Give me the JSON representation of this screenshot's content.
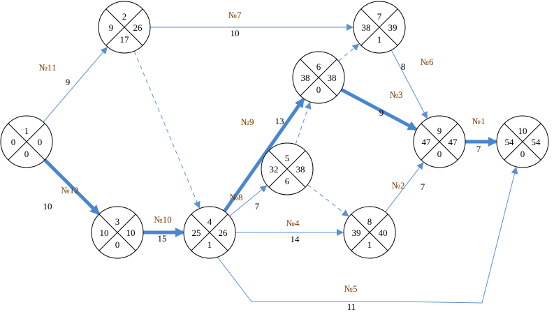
{
  "colors": {
    "edge": "#5b8fd6",
    "critical_edge": "#4a86d0",
    "dashed_edge": "#5b8fd6",
    "node_stroke": "#000000",
    "edge_name_text": "#7a3a00",
    "duration_text": "#000000"
  },
  "nodes": [
    {
      "id": "1",
      "early": "0",
      "late": "0",
      "reserve": "0"
    },
    {
      "id": "2",
      "early": "9",
      "late": "26",
      "reserve": "17"
    },
    {
      "id": "3",
      "early": "10",
      "late": "10",
      "reserve": "0"
    },
    {
      "id": "4",
      "early": "25",
      "late": "26",
      "reserve": "1"
    },
    {
      "id": "5",
      "early": "32",
      "late": "38",
      "reserve": "6"
    },
    {
      "id": "6",
      "early": "38",
      "late": "38",
      "reserve": "0"
    },
    {
      "id": "7",
      "early": "38",
      "late": "39",
      "reserve": "1"
    },
    {
      "id": "8",
      "early": "39",
      "late": "40",
      "reserve": "1"
    },
    {
      "id": "9",
      "early": "47",
      "late": "47",
      "reserve": "0"
    },
    {
      "id": "10",
      "early": "54",
      "late": "54",
      "reserve": "0"
    }
  ],
  "edges": [
    {
      "from": "1",
      "to": "2",
      "name": "№11",
      "duration": "9",
      "style": "normal"
    },
    {
      "from": "1",
      "to": "3",
      "name": "№12",
      "duration": "10",
      "style": "critical"
    },
    {
      "from": "2",
      "to": "7",
      "name": "№7",
      "duration": "10",
      "style": "normal"
    },
    {
      "from": "2",
      "to": "4",
      "name": "",
      "duration": "",
      "style": "dashed"
    },
    {
      "from": "3",
      "to": "4",
      "name": "№10",
      "duration": "15",
      "style": "critical"
    },
    {
      "from": "4",
      "to": "6",
      "name": "№9",
      "duration": "13",
      "style": "critical"
    },
    {
      "from": "4",
      "to": "5",
      "name": "№8",
      "duration": "7",
      "style": "normal"
    },
    {
      "from": "4",
      "to": "8",
      "name": "№4",
      "duration": "14",
      "style": "normal"
    },
    {
      "from": "4",
      "to": "10",
      "name": "№5",
      "duration": "11",
      "style": "normal"
    },
    {
      "from": "5",
      "to": "6",
      "name": "",
      "duration": "",
      "style": "dashed"
    },
    {
      "from": "5",
      "to": "8",
      "name": "",
      "duration": "",
      "style": "dashed"
    },
    {
      "from": "6",
      "to": "7",
      "name": "",
      "duration": "",
      "style": "dashed"
    },
    {
      "from": "6",
      "to": "9",
      "name": "№3",
      "duration": "9",
      "style": "critical"
    },
    {
      "from": "7",
      "to": "9",
      "name": "№6",
      "duration": "8",
      "style": "normal"
    },
    {
      "from": "8",
      "to": "9",
      "name": "№2",
      "duration": "7",
      "style": "normal"
    },
    {
      "from": "9",
      "to": "10",
      "name": "№1",
      "duration": "7",
      "style": "critical"
    }
  ]
}
